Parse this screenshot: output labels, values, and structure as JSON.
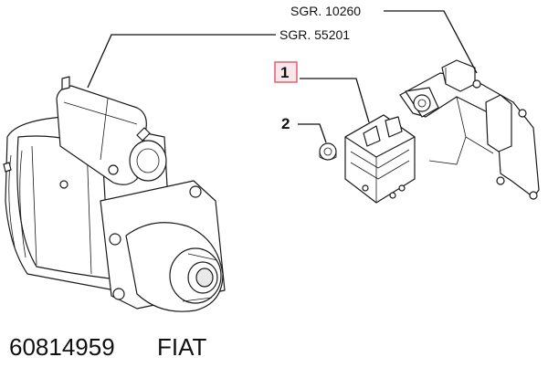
{
  "callouts": {
    "ref_top": "SGR. 10260",
    "ref_mid": "SGR. 55201",
    "item_1": "1",
    "item_2": "2"
  },
  "footer": {
    "part_number": "60814959",
    "brand": "FIAT"
  },
  "colors": {
    "line": "#111111",
    "highlight_box": "#e06070",
    "highlight_fill": "#fbe7ea"
  }
}
